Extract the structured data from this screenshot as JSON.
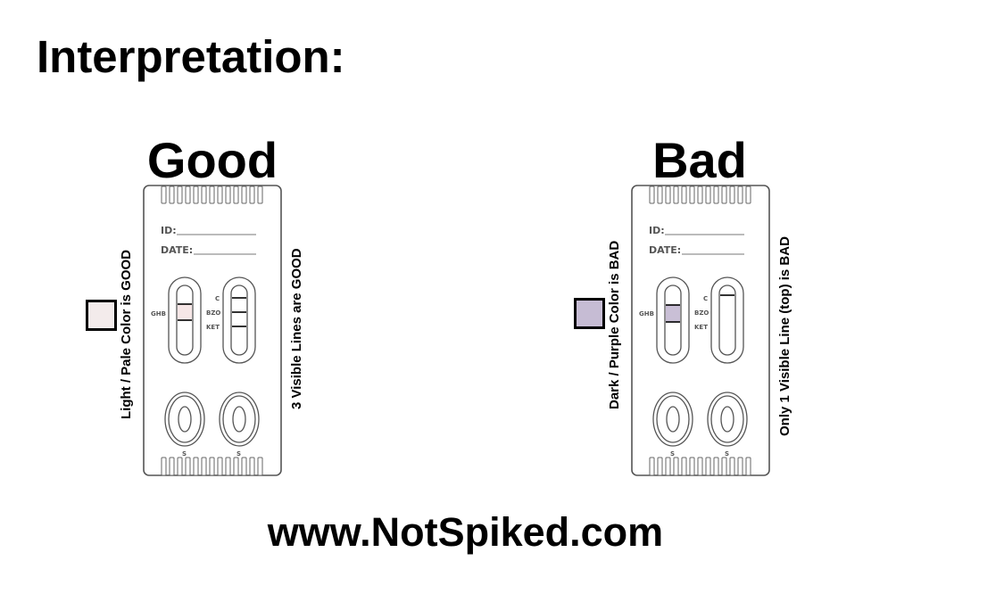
{
  "title": "Interpretation:",
  "panels": [
    {
      "id": "good",
      "heading": "Good",
      "color_label": "Light / Pale Color is GOOD",
      "lines_label": "3 Visible Lines are GOOD",
      "swatch_color": "#f3ebeb",
      "ghb_window_color": "#f6e6e6",
      "visible_lines": [
        "C",
        "BZO",
        "KET"
      ]
    },
    {
      "id": "bad",
      "heading": "Bad",
      "color_label": "Dark / Purple Color is BAD",
      "lines_label": "Only 1 Visible Line (top) is BAD",
      "swatch_color": "#c6bcd4",
      "ghb_window_color": "#c9bfd6",
      "visible_lines": [
        "C"
      ]
    }
  ],
  "test_card": {
    "id_label": "ID:",
    "date_label": "DATE:",
    "ghb_label": "GHB",
    "c_label": "C",
    "bzo_label": "BZO",
    "ket_label": "KET",
    "sample_label": "S"
  },
  "footer": "www.NotSpiked.com"
}
